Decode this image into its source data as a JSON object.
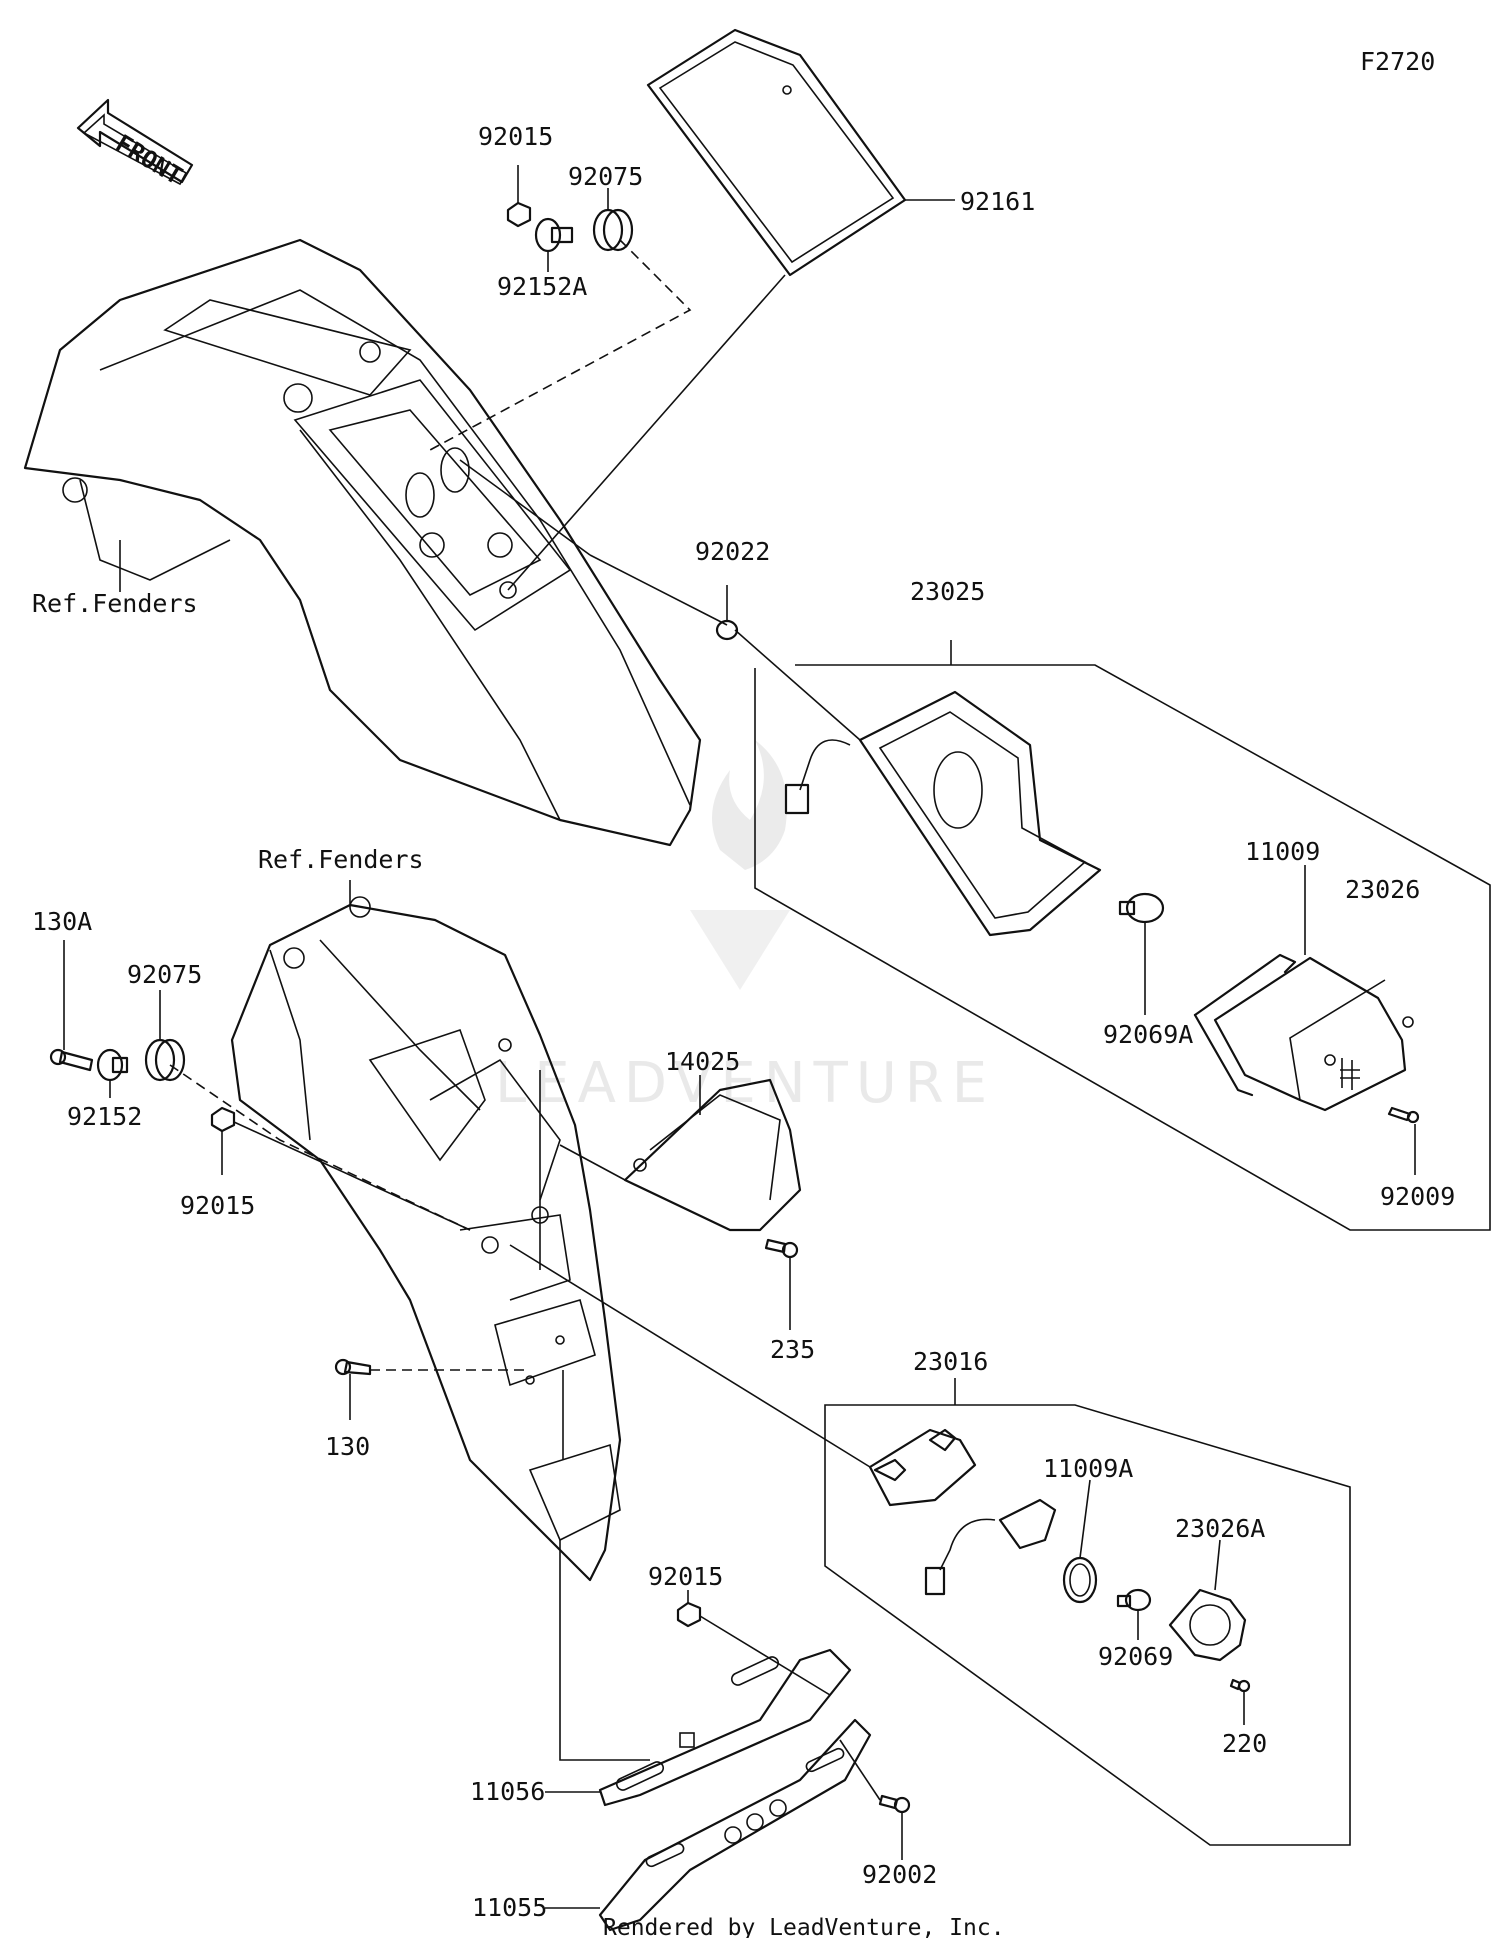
{
  "diagram_code": "F2720",
  "front_label": "FRONT",
  "watermark": "LEADVENTURE",
  "footer": "Rendered by LeadVenture, Inc.",
  "refs": {
    "fenders_upper": "Ref.Fenders",
    "fenders_lower": "Ref.Fenders"
  },
  "parts": {
    "p92015_top": "92015",
    "p92075_top": "92075",
    "p92152A": "92152A",
    "p92161": "92161",
    "p92022": "92022",
    "p23025": "23025",
    "p11009": "11009",
    "p23026": "23026",
    "p92069A": "92069A",
    "p92009": "92009",
    "p130A": "130A",
    "p92075_left": "92075",
    "p92152": "92152",
    "p92015_left": "92015",
    "p14025": "14025",
    "p235": "235",
    "p23016": "23016",
    "p11009A": "11009A",
    "p23026A": "23026A",
    "p92069": "92069",
    "p220": "220",
    "p130": "130",
    "p92015_bottom": "92015",
    "p11056": "11056",
    "p11055": "11055",
    "p92002": "92002"
  }
}
